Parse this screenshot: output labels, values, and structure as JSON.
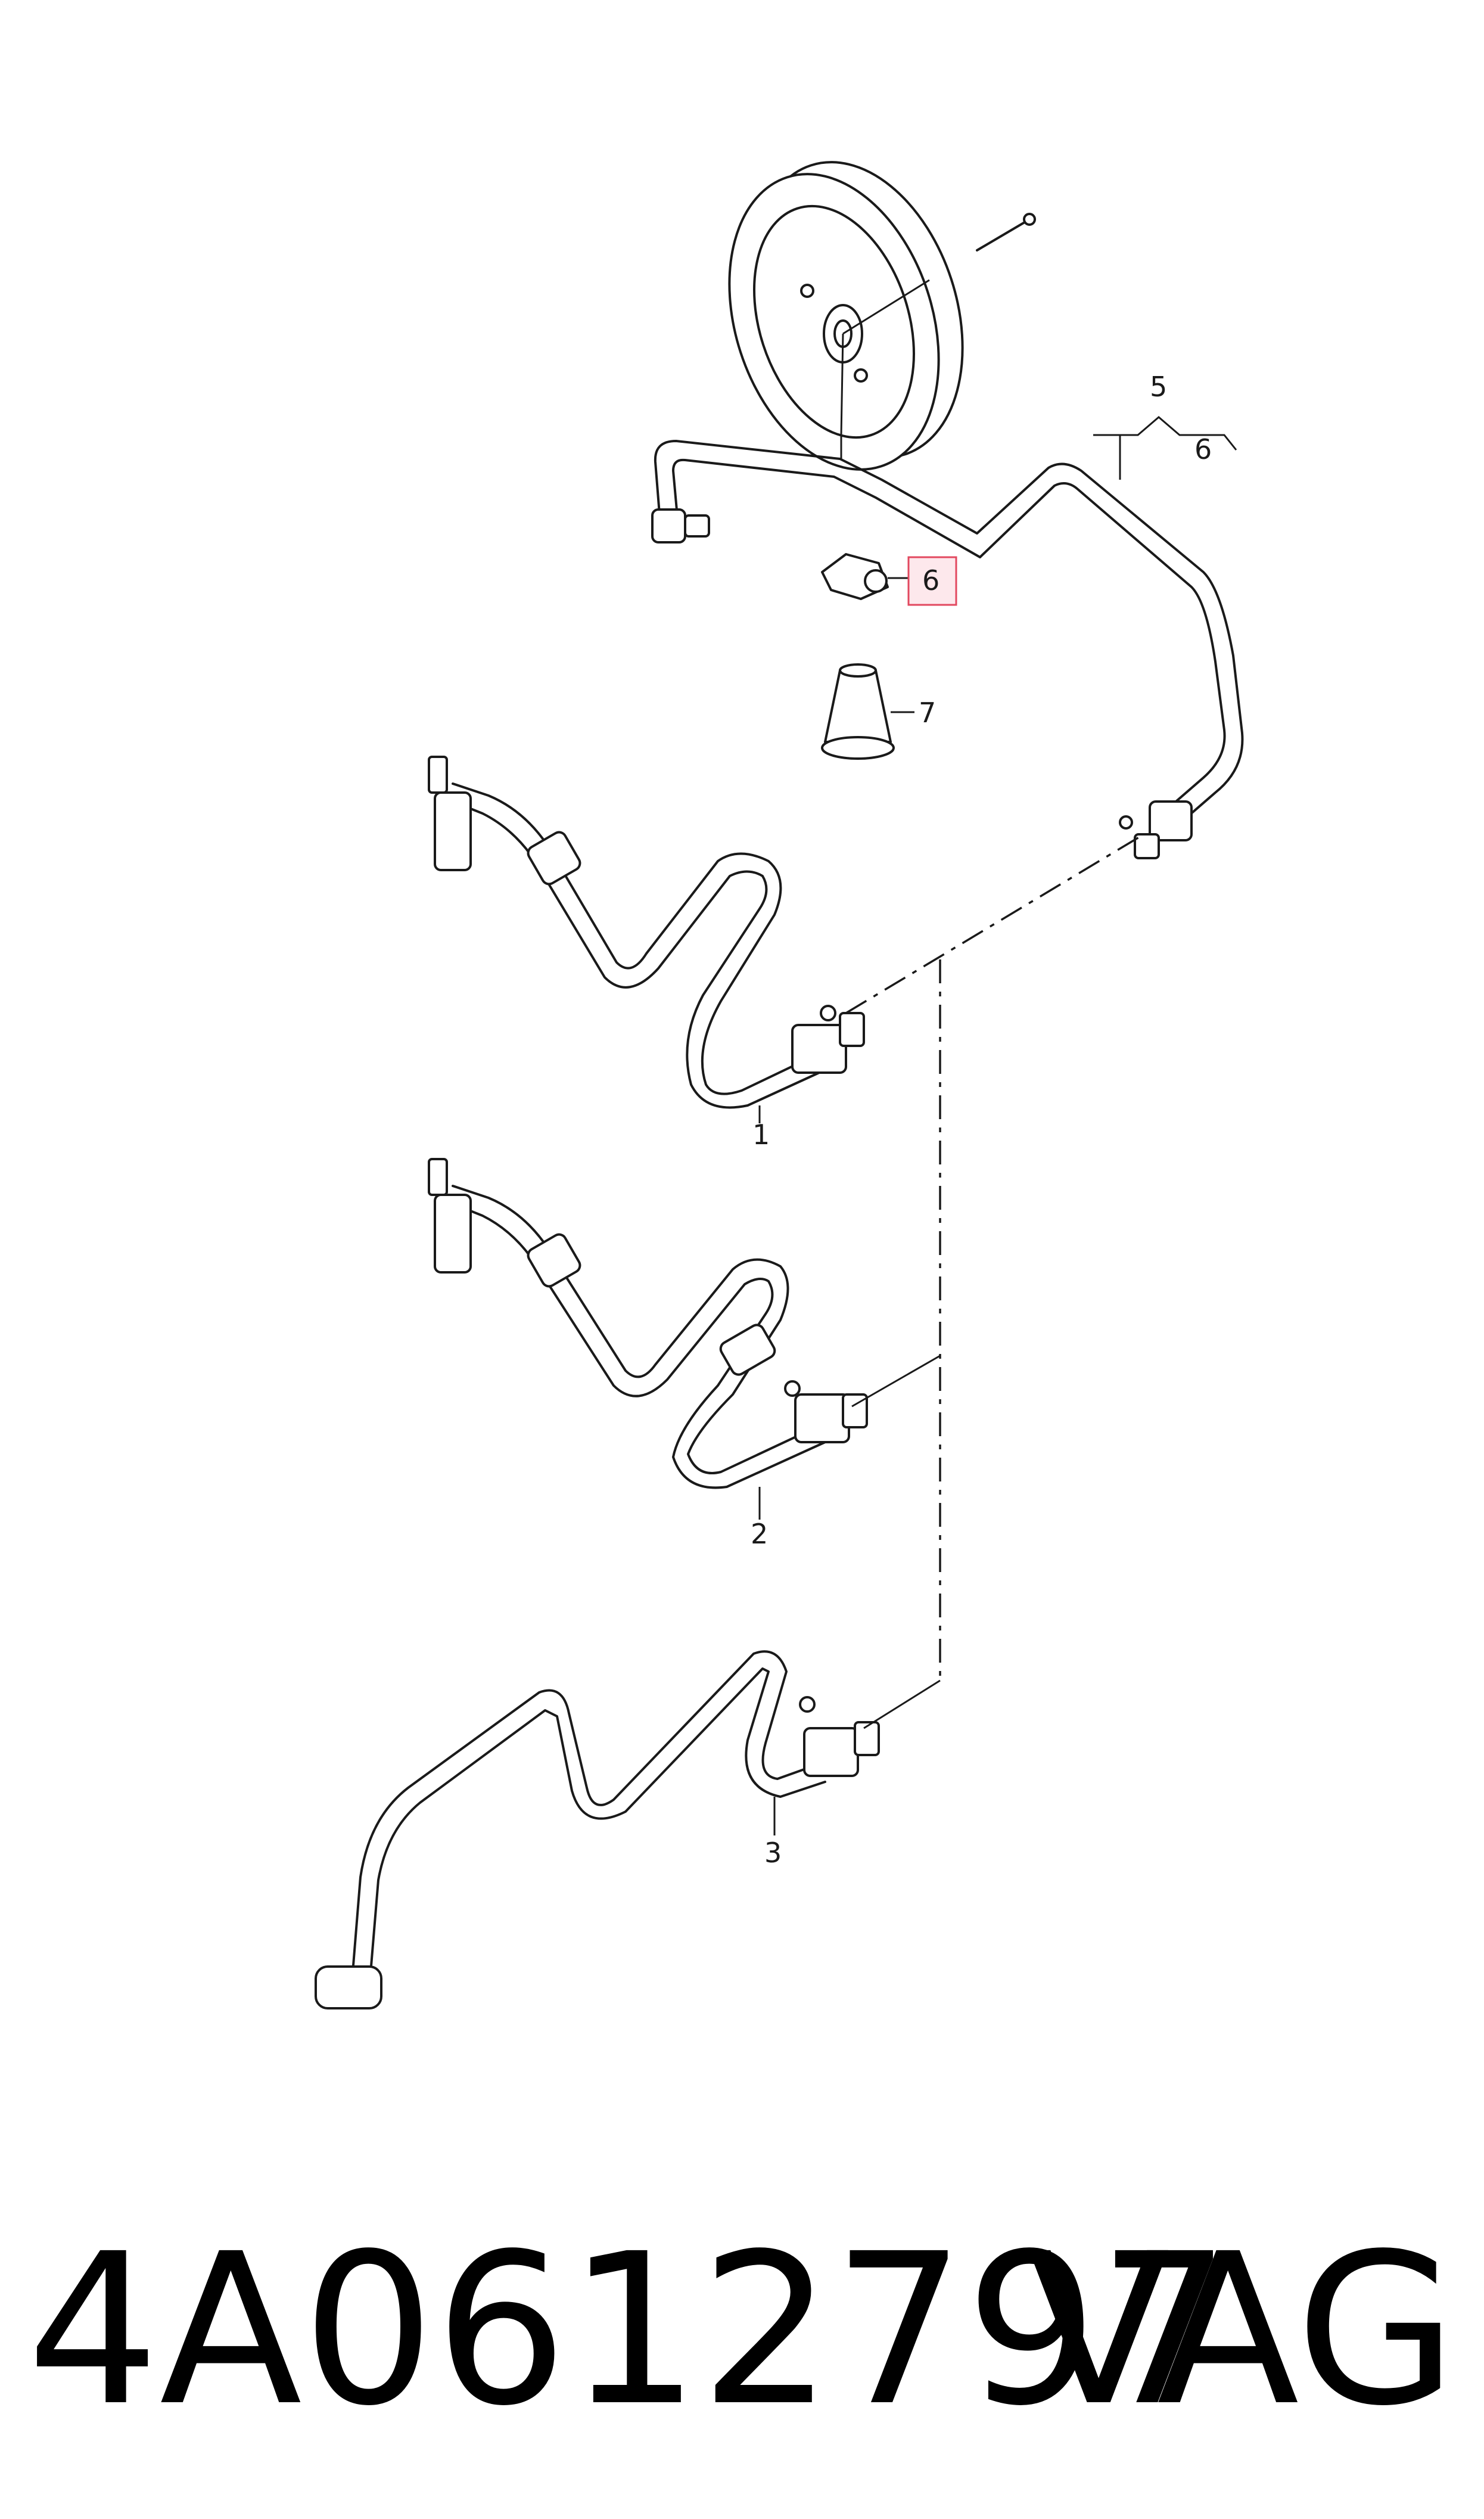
{
  "diagram": {
    "callouts": {
      "c1": "1",
      "c2": "2",
      "c3": "3",
      "c5": "5",
      "c6_group": "6",
      "c6_highlighted": "6",
      "c7": "7"
    },
    "highlight_color": "#e2485f"
  },
  "footer": {
    "part_number": "4A0612797",
    "brand": "VAG"
  }
}
